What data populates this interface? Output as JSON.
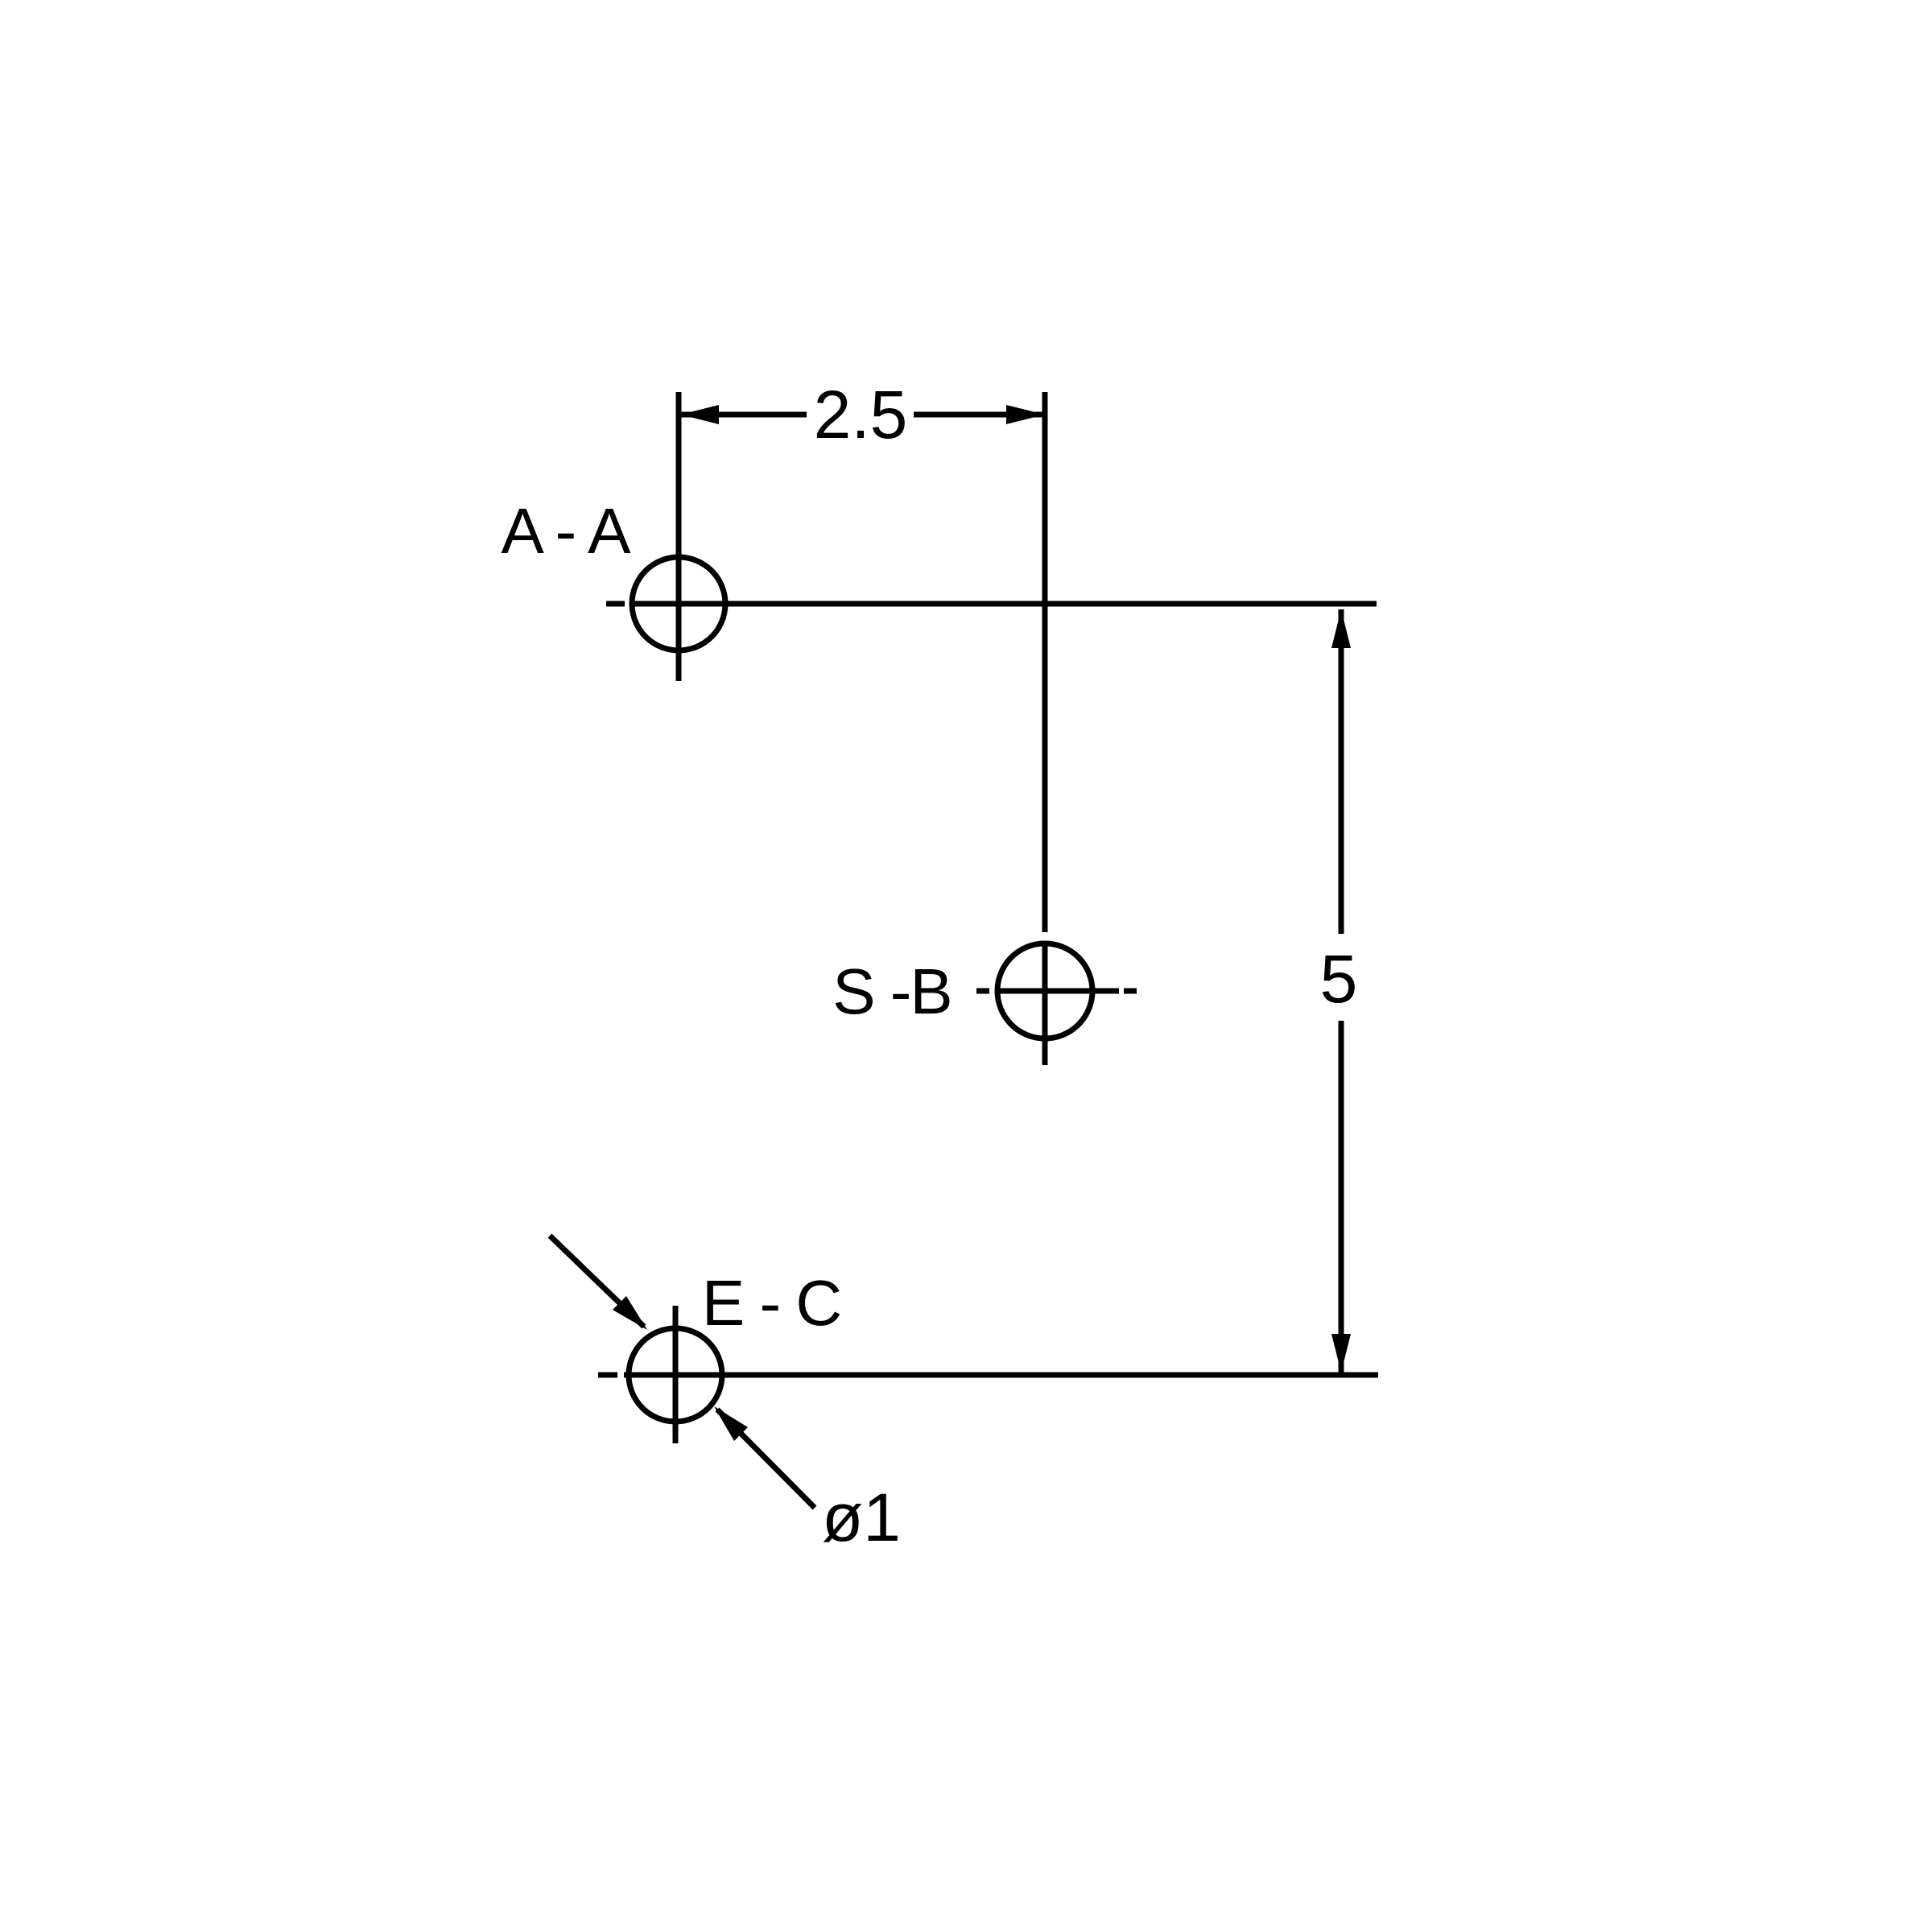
{
  "canvas": {
    "background_color": "#ffffff",
    "line_color": "#000000",
    "text_color": "#000000"
  },
  "drawing": {
    "kind": "hole-pattern-dimension-drawing",
    "labels": {
      "hole_a": "A - A",
      "hole_b": "S -B",
      "hole_c": "E - C"
    },
    "dimensions": {
      "horizontal_spacing": "2.5",
      "vertical_spacing": "5",
      "hole_diameter": "ø1"
    },
    "holes": [
      {
        "id": "A",
        "label": "A - A"
      },
      {
        "id": "B",
        "label": "S -B"
      },
      {
        "id": "C",
        "label": "E - C"
      }
    ]
  }
}
